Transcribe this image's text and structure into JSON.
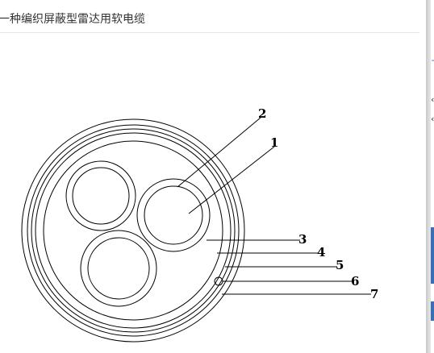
{
  "dialog": {
    "title": "一种编织屏蔽型雷达用软电缆"
  },
  "figure": {
    "callouts": [
      "1",
      "2",
      "3",
      "4",
      "5",
      "6",
      "7"
    ]
  },
  "background": {
    "fragments": [
      "¬",
      "‹",
      "‹",
      "‚",
      "\"",
      "‹",
      "‹",
      "‹"
    ]
  }
}
